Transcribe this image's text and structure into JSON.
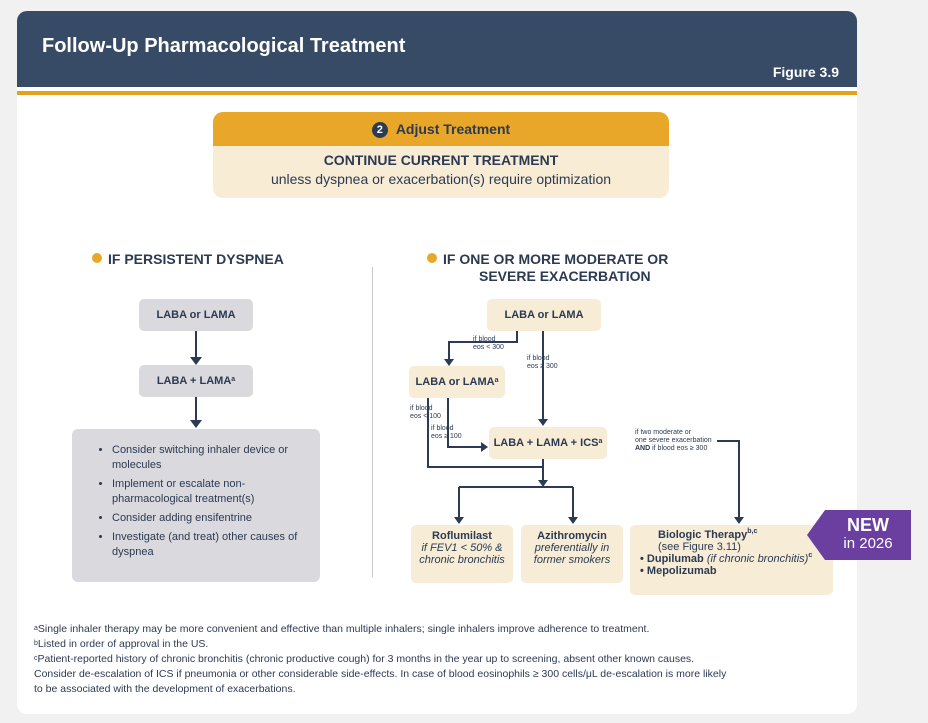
{
  "header": {
    "title": "Follow-Up Pharmacological Treatment",
    "figure": "Figure 3.9"
  },
  "adjust": {
    "number": "2",
    "label": "Adjust Treatment",
    "main": "CONTINUE CURRENT TREATMENT",
    "sub": "unless dyspnea or exacerbation(s) require optimization"
  },
  "left": {
    "heading": "IF PERSISTENT DYSPNEA",
    "box1": "LABA or LAMA",
    "box2": "LABA + LAMA",
    "box2_sup": "a",
    "items": [
      "Consider switching inhaler device or molecules",
      "Implement or escalate non-pharmacological treatment(s)",
      "Consider adding ensifentrine",
      "Investigate (and treat) other causes of dyspnea"
    ]
  },
  "right": {
    "heading1": "IF ONE OR MORE MODERATE OR",
    "heading2": "SEVERE EXACERBATION",
    "top_box": "LABA or LAMA",
    "mid_left": "LABA or LAMA",
    "mid_left_sup": "a",
    "center": "LABA + LAMA + ICS",
    "center_sup": "a",
    "labels": {
      "eos_lt300_a": "if blood",
      "eos_lt300_b": "eos < 300",
      "eos_ge300_a": "if blood",
      "eos_ge300_b": "eos ≥ 300",
      "eos_lt100_a": "if blood",
      "eos_lt100_b": "eos < 100",
      "eos_ge100_a": "if blood",
      "eos_ge100_b": "eos ≥ 100",
      "two_mod_1": "if two moderate or",
      "two_mod_2": "one severe exacerbation",
      "two_mod_3a": "AND",
      "two_mod_3b": " if blood eos ≥ 300"
    },
    "roflumilast": {
      "name": "Roflumilast",
      "line1": "if FEV1 < 50% &",
      "line2": "chronic bronchitis"
    },
    "azithro": {
      "name": "Azithromycin",
      "line1": "preferentially in",
      "line2": "former smokers"
    },
    "biologic": {
      "title": "Biologic Therapy",
      "sup": "b,c",
      "see": "(see Figure 3.11)",
      "item1_name": "Dupilumab",
      "item1_note": "(if chronic bronchitis)",
      "item1_sup": "c",
      "item2_name": "Mepolizumab"
    }
  },
  "new_tag": {
    "line1": "NEW",
    "line2": "in 2026"
  },
  "footnotes": [
    {
      "mark": "a",
      "text": "Single inhaler therapy may be more convenient and effective than multiple inhalers; single inhalers improve adherence to treatment."
    },
    {
      "mark": "b",
      "text": "Listed in order of approval in the US."
    },
    {
      "mark": "c",
      "text": "Patient-reported history of chronic bronchitis (chronic productive cough) for 3 months in the year up to screening, absent other known causes."
    },
    {
      "mark": "",
      "text": "Consider de-escalation of ICS if pneumonia or other considerable side-effects. In case of blood eosinophils ≥ 300 cells/μL de-escalation is more likely"
    },
    {
      "mark": "",
      "text": "to be associated with the development of exacerbations."
    }
  ],
  "colors": {
    "navy": "#374a66",
    "gold": "#e8a728",
    "cream": "#f7ecd6",
    "grey": "#d9d9de",
    "purple": "#6b3fa0"
  }
}
